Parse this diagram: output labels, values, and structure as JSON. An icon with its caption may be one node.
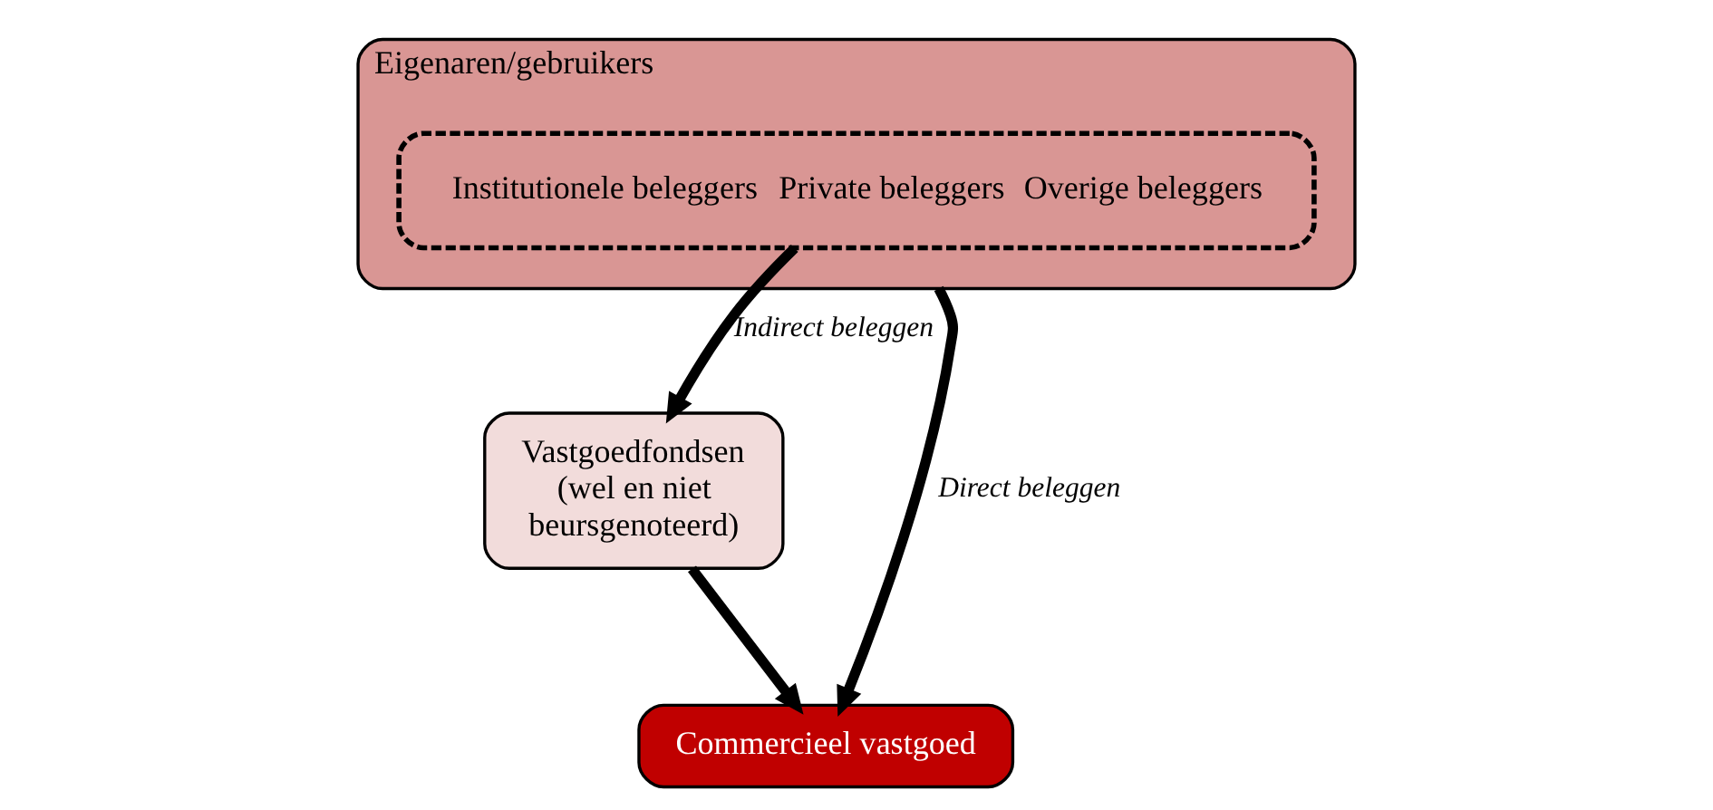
{
  "diagram": {
    "nodes": [
      {
        "text": [
          "Eigenaren/gebruikers"
        ]
      },
      {
        "text": [
          "Institutionele beleggers",
          "Private beleggers",
          "Overige beleggers"
        ],
        "in": 0
      },
      {
        "text": [
          "Vastgoedfondsen (wel en niet beursgenoteerd)"
        ]
      },
      {
        "text": [
          "Commercieel vastgoed"
        ]
      }
    ],
    "edges": [
      {
        "from": 0,
        "to": 3,
        "arrow": "to",
        "label": "Direct beleggen"
      },
      {
        "from": 1,
        "to": 2,
        "arrow": "to",
        "label": "Indirect beleggen"
      },
      {
        "from": 2,
        "to": 3,
        "arrow": "to"
      }
    ]
  }
}
